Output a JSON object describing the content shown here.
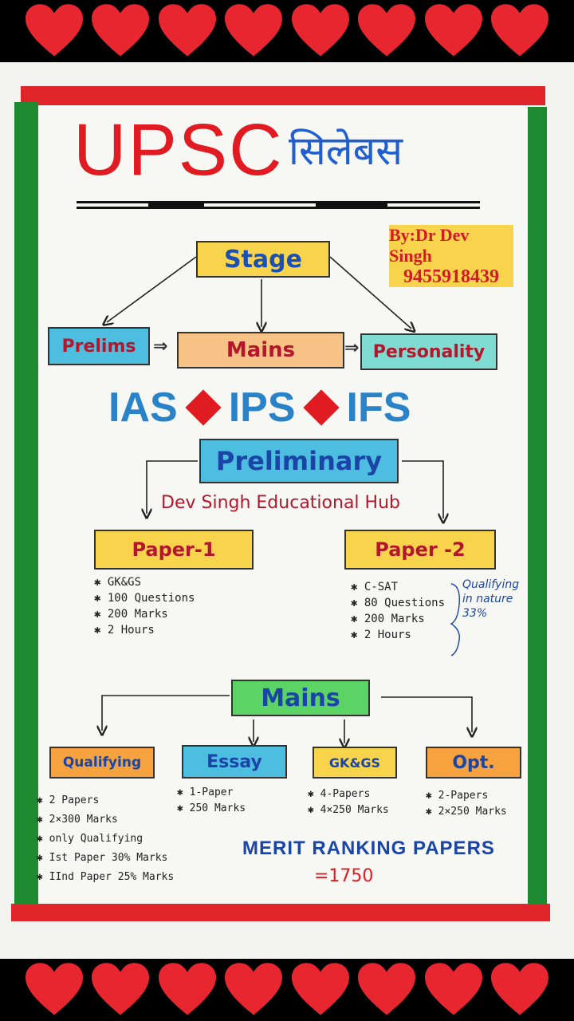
{
  "title": {
    "main": "UPSC",
    "hindi": "सिलेबस"
  },
  "byline": {
    "by": "By:Dr Dev Singh",
    "phone": "9455918439"
  },
  "stage": {
    "label": "Stage"
  },
  "stages": {
    "prelims": "Prelims",
    "mains": "Mains",
    "personality": "Personality",
    "arrow": "⇒"
  },
  "services": [
    "IAS",
    "IPS",
    "IFS"
  ],
  "preliminary": {
    "label": "Preliminary",
    "hub": "Dev Singh Educational Hub"
  },
  "paper1": {
    "label": "Paper-1",
    "items": [
      "GK&GS",
      "100 Questions",
      "200 Marks",
      "2 Hours"
    ]
  },
  "paper2": {
    "label": "Paper -2",
    "items": [
      "C-SAT",
      "80 Questions",
      "200 Marks",
      "2 Hours"
    ],
    "note_line1": "Qualifying",
    "note_line2": "in nature",
    "note_line3": "33%"
  },
  "mains": {
    "label": "Mains",
    "qualifying": {
      "label": "Qualifying",
      "items": [
        "2 Papers",
        "2×300 Marks",
        "only Qualifying",
        "Ist Paper 30% Marks",
        "IInd Paper 25% Marks"
      ]
    },
    "essay": {
      "label": "Essay",
      "items": [
        "1-Paper",
        "250 Marks"
      ]
    },
    "gkgs": {
      "label": "GK&GS",
      "items": [
        "4-Papers",
        "4×250 Marks"
      ]
    },
    "optional": {
      "label": "Opt.",
      "items": [
        "2-Papers",
        "2×250 Marks"
      ]
    }
  },
  "merit": {
    "label": "MERIT RANKING PAPERS",
    "total": "=1750"
  },
  "colors": {
    "heart": "#e8262f",
    "red": "#e11b22",
    "green": "#1d8a2f",
    "blue": "#1a45a6"
  }
}
